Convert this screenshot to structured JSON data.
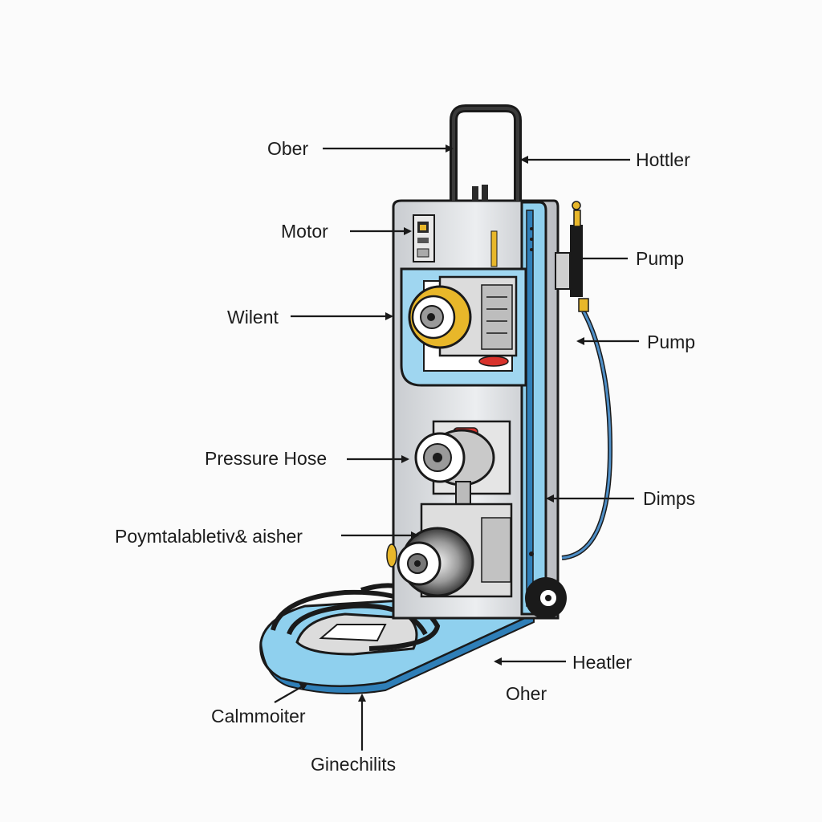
{
  "labels": {
    "ober": "Ober",
    "hottler": "Hottler",
    "motor": "Motor",
    "pump_upper": "Pump",
    "wilent": "Wilent",
    "pump_lower": "Pump",
    "pressure_hose": "Pressure Hose",
    "dimps": "Dimps",
    "poymtalabletiv": "Poymtalabletiv& aisher",
    "heatler": "Heatler",
    "oher": "Oher",
    "calmmoiter": "Calmmoiter",
    "ginechilits": "Ginechilits"
  },
  "colors": {
    "frame_blue": "#8fd0ee",
    "frame_blue_dark": "#2f7fb8",
    "panel_grey": "#d7d9db",
    "outline": "#1a1a1a",
    "accent_yellow": "#e8b72a",
    "accent_red": "#d8322c",
    "hose_blue": "#4f8fc7"
  }
}
